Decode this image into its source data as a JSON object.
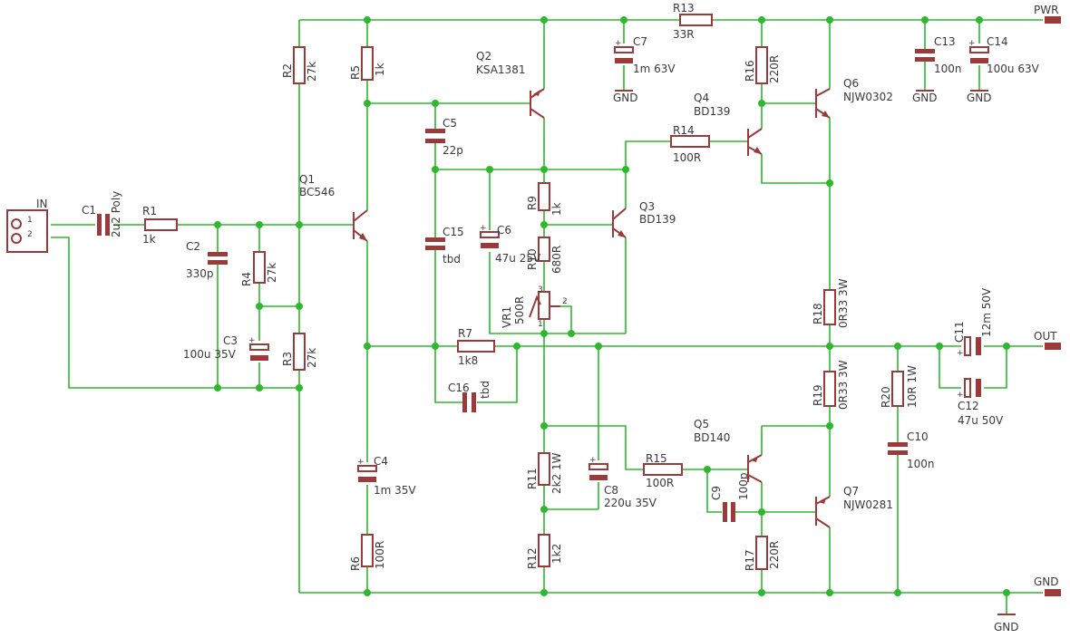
{
  "schematic": {
    "net_labels": {
      "pwr": "PWR",
      "out": "OUT",
      "gnd": "GND",
      "gnd_symbol": "GND",
      "input": "IN"
    },
    "connector": {
      "pin1": "1",
      "pin2": "2"
    },
    "wiper_pins": {
      "p1": "1",
      "p2": "2",
      "p3": "3"
    },
    "components": [
      {
        "ref": "C1",
        "value": "2u2 Poly"
      },
      {
        "ref": "R1",
        "value": "1k"
      },
      {
        "ref": "C2",
        "value": "330p"
      },
      {
        "ref": "R4",
        "value": "27k"
      },
      {
        "ref": "C3",
        "value": "100u 35V"
      },
      {
        "ref": "R2",
        "value": "27k"
      },
      {
        "ref": "R3",
        "value": "27k"
      },
      {
        "ref": "Q1",
        "value": "BC546"
      },
      {
        "ref": "R5",
        "value": "1k"
      },
      {
        "ref": "C4",
        "value": "1m 35V"
      },
      {
        "ref": "R6",
        "value": "100R"
      },
      {
        "ref": "C5",
        "value": "22p"
      },
      {
        "ref": "C15",
        "value": "tbd"
      },
      {
        "ref": "C16",
        "value": "tbd"
      },
      {
        "ref": "R7",
        "value": "1k8"
      },
      {
        "ref": "Q2",
        "value": "KSA1381"
      },
      {
        "ref": "C6",
        "value": "47u 25V"
      },
      {
        "ref": "R9",
        "value": "1k"
      },
      {
        "ref": "R10",
        "value": "680R"
      },
      {
        "ref": "VR1",
        "value": "500R"
      },
      {
        "ref": "Q3",
        "value": "BD139"
      },
      {
        "ref": "C7",
        "value": "1m 63V"
      },
      {
        "ref": "R13",
        "value": "33R"
      },
      {
        "ref": "R14",
        "value": "100R"
      },
      {
        "ref": "Q4",
        "value": "BD139"
      },
      {
        "ref": "R16",
        "value": "220R"
      },
      {
        "ref": "Q6",
        "value": "NJW0302"
      },
      {
        "ref": "C13",
        "value": "100n"
      },
      {
        "ref": "C14",
        "value": "100u 63V"
      },
      {
        "ref": "R18",
        "value": "0R33 3W"
      },
      {
        "ref": "R19",
        "value": "0R33 3W"
      },
      {
        "ref": "C11",
        "value": "12m 50V"
      },
      {
        "ref": "C12",
        "value": "47u 50V"
      },
      {
        "ref": "R20",
        "value": "10R 1W"
      },
      {
        "ref": "C10",
        "value": "100n"
      },
      {
        "ref": "R11",
        "value": "2k2 1W"
      },
      {
        "ref": "C8",
        "value": "220u 35V"
      },
      {
        "ref": "R12",
        "value": "1k2"
      },
      {
        "ref": "R15",
        "value": "100R"
      },
      {
        "ref": "Q5",
        "value": "BD140"
      },
      {
        "ref": "C9",
        "value": "100p"
      },
      {
        "ref": "R17",
        "value": "220R"
      },
      {
        "ref": "Q7",
        "value": "NJW0281"
      }
    ]
  }
}
